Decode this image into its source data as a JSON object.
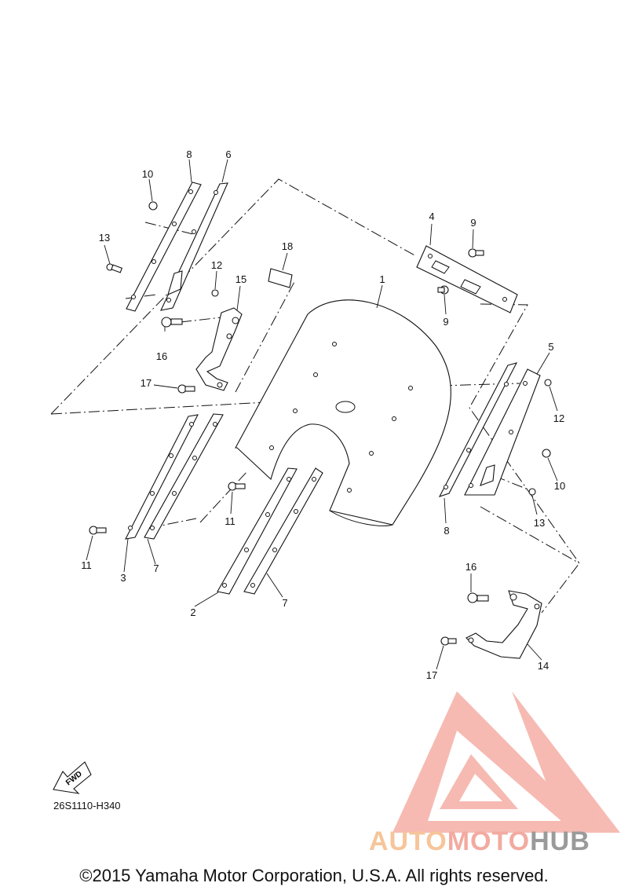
{
  "diagram": {
    "callouts": [
      {
        "id": "c1",
        "label": "1"
      },
      {
        "id": "c2",
        "label": "2"
      },
      {
        "id": "c3",
        "label": "3"
      },
      {
        "id": "c4",
        "label": "4"
      },
      {
        "id": "c5",
        "label": "5"
      },
      {
        "id": "c6",
        "label": "6"
      },
      {
        "id": "c7a",
        "label": "7"
      },
      {
        "id": "c7b",
        "label": "7"
      },
      {
        "id": "c8a",
        "label": "8"
      },
      {
        "id": "c8b",
        "label": "8"
      },
      {
        "id": "c9a",
        "label": "9"
      },
      {
        "id": "c9b",
        "label": "9"
      },
      {
        "id": "c10a",
        "label": "10"
      },
      {
        "id": "c10b",
        "label": "10"
      },
      {
        "id": "c11a",
        "label": "11"
      },
      {
        "id": "c11b",
        "label": "11"
      },
      {
        "id": "c12a",
        "label": "12"
      },
      {
        "id": "c12b",
        "label": "12"
      },
      {
        "id": "c13a",
        "label": "13"
      },
      {
        "id": "c13b",
        "label": "13"
      },
      {
        "id": "c14",
        "label": "14"
      },
      {
        "id": "c15",
        "label": "15"
      },
      {
        "id": "c16a",
        "label": "16"
      },
      {
        "id": "c16b",
        "label": "16"
      },
      {
        "id": "c17a",
        "label": "17"
      },
      {
        "id": "c17b",
        "label": "17"
      },
      {
        "id": "c18",
        "label": "18"
      }
    ],
    "fwd_label": "FWD",
    "reference_code": "26S1110-H340",
    "copyright": "©2015 Yamaha Motor Corporation, U.S.A. All rights reserved."
  },
  "watermark": {
    "word_part1": "AUTO",
    "word_part2": "MOTO",
    "word_part3": "HUB",
    "colors": {
      "auto": "#f6c59a",
      "moto": "#f3aaa0",
      "hub": "#9a9a9a",
      "logo": "#f08c80"
    }
  }
}
